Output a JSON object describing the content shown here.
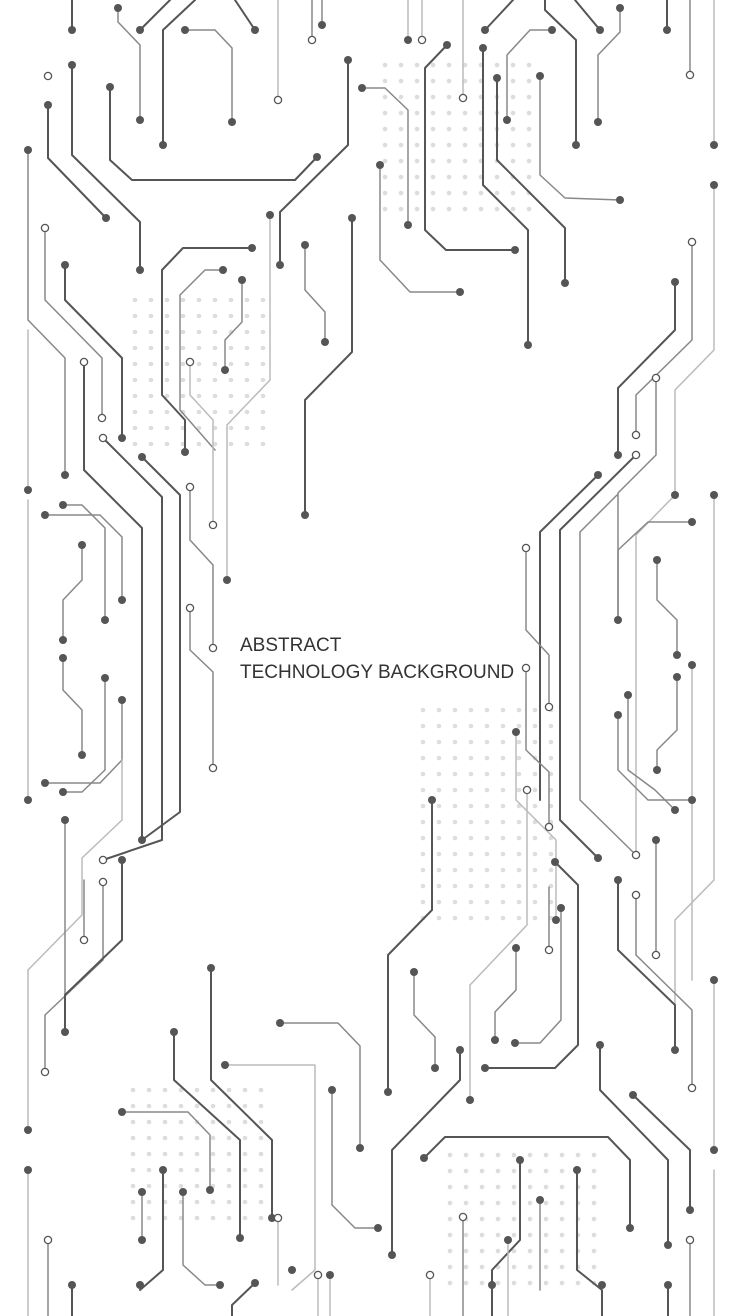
{
  "caption": {
    "line1": "ABSTRACT",
    "line2": "TECHNOLOGY BACKGROUND"
  },
  "colors": {
    "background": "#ffffff",
    "trace_dark": "#555555",
    "trace_mid": "#888888",
    "trace_light": "#bbbbbb",
    "dot_grid": "#dddddd",
    "text": "#333333"
  },
  "icons": [
    "circuit-trace-pattern",
    "solder-pad-dot",
    "via-ring",
    "dot-grid"
  ]
}
